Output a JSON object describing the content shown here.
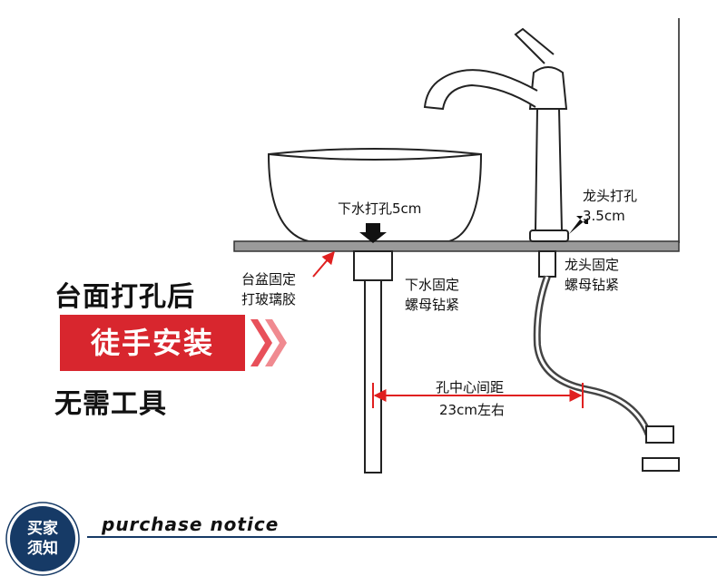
{
  "labels": {
    "drain_hole": "下水打孔5cm",
    "faucet_hole_line1": "龙头打孔",
    "faucet_hole_line2": "3.5cm",
    "basin_fix_line1": "台盆固定",
    "basin_fix_line2": "打玻璃胶",
    "drain_nut_line1": "下水固定",
    "drain_nut_line2": "螺母钻紧",
    "faucet_nut_line1": "龙头固定",
    "faucet_nut_line2": "螺母钻紧",
    "center_distance_line1": "孔中心间距",
    "center_distance_line2": "23cm左右"
  },
  "promo": {
    "line1": "台面打孔后",
    "highlight": "徒手安装",
    "line3": "无需工具"
  },
  "notice": {
    "badge_line1": "买家",
    "badge_line2": "须知",
    "title": "purchase notice"
  },
  "colors": {
    "accent_red": "#d8262e",
    "badge_blue": "#163a66",
    "line_dark": "#333333"
  }
}
